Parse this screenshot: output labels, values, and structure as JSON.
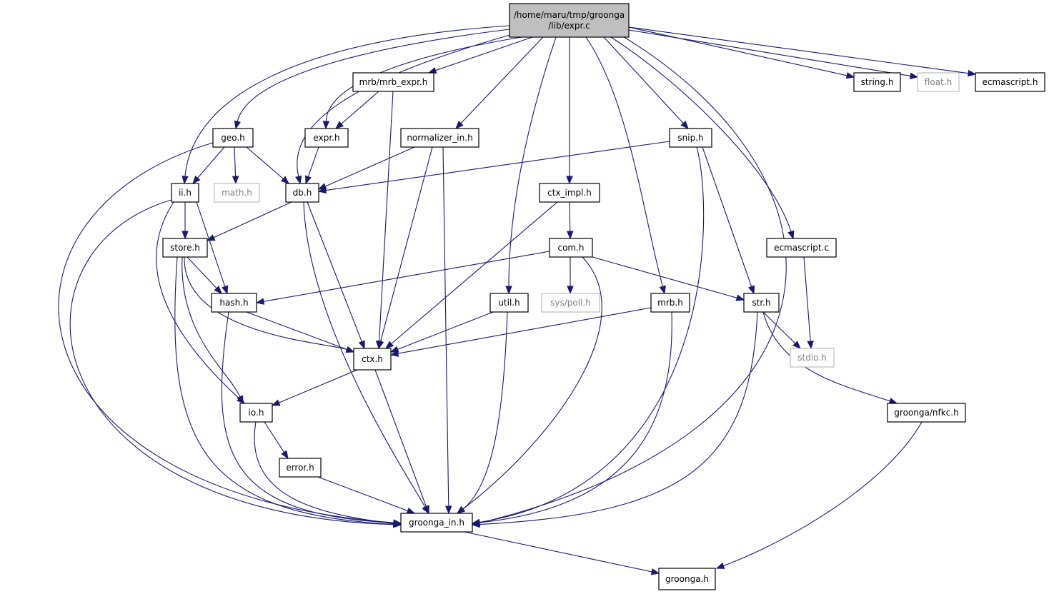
{
  "graph": {
    "root": {
      "id": "root",
      "lines": [
        "/home/maru/tmp/groonga",
        "/lib/expr.c"
      ]
    },
    "nodes": [
      {
        "id": "mrb_expr_h",
        "label": "mrb/mrb_expr.h",
        "style": "normal"
      },
      {
        "id": "string_h",
        "label": "string.h",
        "style": "normal"
      },
      {
        "id": "float_h",
        "label": "float.h",
        "style": "external"
      },
      {
        "id": "ecmascript_h",
        "label": "ecmascript.h",
        "style": "normal"
      },
      {
        "id": "geo_h",
        "label": "geo.h",
        "style": "normal"
      },
      {
        "id": "expr_h",
        "label": "expr.h",
        "style": "normal"
      },
      {
        "id": "normalizer_in_h",
        "label": "normalizer_in.h",
        "style": "normal"
      },
      {
        "id": "snip_h",
        "label": "snip.h",
        "style": "normal"
      },
      {
        "id": "ii_h",
        "label": "ii.h",
        "style": "normal"
      },
      {
        "id": "math_h",
        "label": "math.h",
        "style": "external"
      },
      {
        "id": "db_h",
        "label": "db.h",
        "style": "normal"
      },
      {
        "id": "ctx_impl_h",
        "label": "ctx_impl.h",
        "style": "normal"
      },
      {
        "id": "store_h",
        "label": "store.h",
        "style": "normal"
      },
      {
        "id": "com_h",
        "label": "com.h",
        "style": "normal"
      },
      {
        "id": "ecmascript_c",
        "label": "ecmascript.c",
        "style": "normal"
      },
      {
        "id": "hash_h",
        "label": "hash.h",
        "style": "normal"
      },
      {
        "id": "sys_poll_h",
        "label": "sys/poll.h",
        "style": "external"
      },
      {
        "id": "util_h",
        "label": "util.h",
        "style": "normal"
      },
      {
        "id": "mrb_h",
        "label": "mrb.h",
        "style": "normal"
      },
      {
        "id": "str_h",
        "label": "str.h",
        "style": "normal"
      },
      {
        "id": "ctx_h",
        "label": "ctx.h",
        "style": "normal"
      },
      {
        "id": "stdio_h",
        "label": "stdio.h",
        "style": "external"
      },
      {
        "id": "io_h",
        "label": "io.h",
        "style": "normal"
      },
      {
        "id": "groonga_nfkc_h",
        "label": "groonga/nfkc.h",
        "style": "normal"
      },
      {
        "id": "error_h",
        "label": "error.h",
        "style": "normal"
      },
      {
        "id": "groonga_in_h",
        "label": "groonga_in.h",
        "style": "normal"
      },
      {
        "id": "groonga_h",
        "label": "groonga.h",
        "style": "normal"
      }
    ],
    "edges": [
      [
        "root",
        "mrb_expr_h"
      ],
      [
        "root",
        "string_h"
      ],
      [
        "root",
        "float_h"
      ],
      [
        "root",
        "ecmascript_h"
      ],
      [
        "root",
        "geo_h"
      ],
      [
        "root",
        "expr_h"
      ],
      [
        "root",
        "normalizer_in_h"
      ],
      [
        "root",
        "snip_h"
      ],
      [
        "root",
        "ii_h"
      ],
      [
        "root",
        "db_h"
      ],
      [
        "root",
        "ctx_impl_h"
      ],
      [
        "root",
        "ecmascript_c"
      ],
      [
        "root",
        "util_h"
      ],
      [
        "root",
        "mrb_h"
      ],
      [
        "root",
        "groonga_in_h"
      ],
      [
        "mrb_expr_h",
        "expr_h"
      ],
      [
        "mrb_expr_h",
        "ctx_h"
      ],
      [
        "geo_h",
        "ii_h"
      ],
      [
        "geo_h",
        "math_h"
      ],
      [
        "geo_h",
        "db_h"
      ],
      [
        "geo_h",
        "groonga_in_h"
      ],
      [
        "expr_h",
        "db_h"
      ],
      [
        "normalizer_in_h",
        "db_h"
      ],
      [
        "normalizer_in_h",
        "ctx_h"
      ],
      [
        "normalizer_in_h",
        "groonga_in_h"
      ],
      [
        "snip_h",
        "db_h"
      ],
      [
        "snip_h",
        "str_h"
      ],
      [
        "snip_h",
        "groonga_in_h"
      ],
      [
        "ii_h",
        "store_h"
      ],
      [
        "ii_h",
        "hash_h"
      ],
      [
        "ii_h",
        "io_h"
      ],
      [
        "ii_h",
        "groonga_in_h"
      ],
      [
        "db_h",
        "store_h"
      ],
      [
        "db_h",
        "ctx_h"
      ],
      [
        "db_h",
        "groonga_in_h"
      ],
      [
        "ctx_impl_h",
        "com_h"
      ],
      [
        "ctx_impl_h",
        "ctx_h"
      ],
      [
        "store_h",
        "hash_h"
      ],
      [
        "store_h",
        "ctx_h"
      ],
      [
        "store_h",
        "io_h"
      ],
      [
        "store_h",
        "groonga_in_h"
      ],
      [
        "com_h",
        "hash_h"
      ],
      [
        "com_h",
        "sys_poll_h"
      ],
      [
        "com_h",
        "str_h"
      ],
      [
        "com_h",
        "groonga_in_h"
      ],
      [
        "ecmascript_c",
        "stdio_h"
      ],
      [
        "hash_h",
        "ctx_h"
      ],
      [
        "hash_h",
        "groonga_in_h"
      ],
      [
        "util_h",
        "ctx_h"
      ],
      [
        "util_h",
        "groonga_in_h"
      ],
      [
        "mrb_h",
        "ctx_h"
      ],
      [
        "mrb_h",
        "groonga_in_h"
      ],
      [
        "str_h",
        "stdio_h"
      ],
      [
        "str_h",
        "groonga_nfkc_h"
      ],
      [
        "str_h",
        "groonga_in_h"
      ],
      [
        "ctx_h",
        "io_h"
      ],
      [
        "ctx_h",
        "groonga_in_h"
      ],
      [
        "io_h",
        "error_h"
      ],
      [
        "io_h",
        "groonga_in_h"
      ],
      [
        "groonga_nfkc_h",
        "groonga_h"
      ],
      [
        "error_h",
        "groonga_in_h"
      ],
      [
        "groonga_in_h",
        "groonga_h"
      ]
    ]
  }
}
